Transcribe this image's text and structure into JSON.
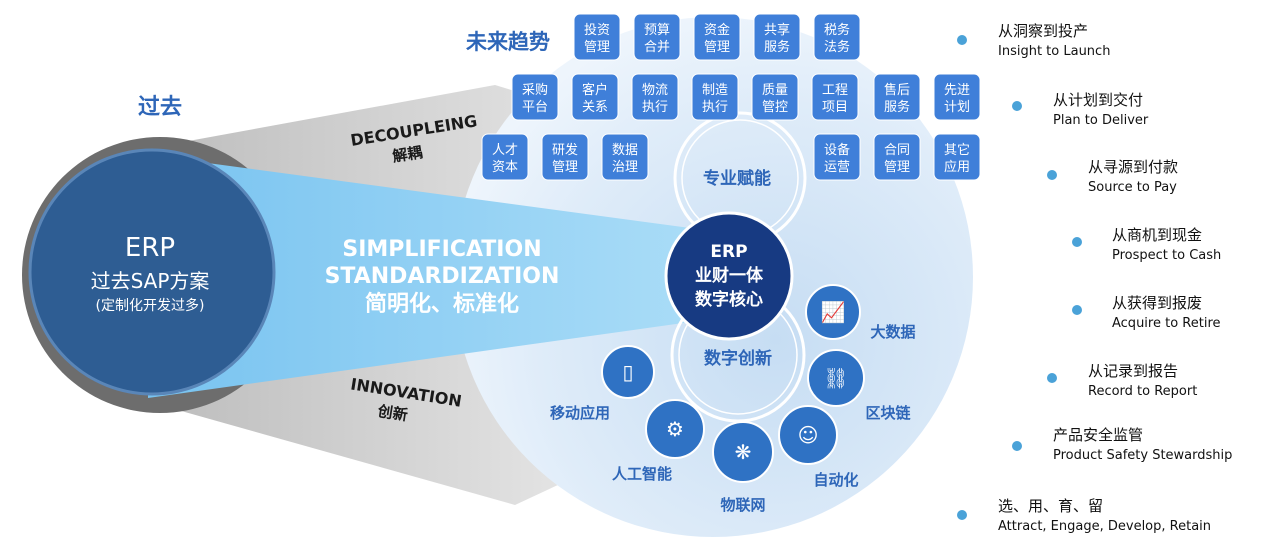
{
  "past": {
    "label": "过去",
    "erp_title": "ERP",
    "erp_subtitle": "过去SAP方案",
    "erp_note": "(定制化开发过多)"
  },
  "decoupling": {
    "en": "DECOUPLEING",
    "zh": "解耦"
  },
  "innovation": {
    "en": "INNOVATION",
    "zh": "创新"
  },
  "simplification": {
    "line1": "SIMPLIFICATION",
    "line2": "STANDARDIZATION",
    "line3": "简明化、标准化"
  },
  "future": {
    "label": "未来趋势"
  },
  "core": {
    "line1": "ERP",
    "line2": "业财一体",
    "line3": "数字核心"
  },
  "ring_labels": {
    "professional": "专业赋能",
    "digital": "数字创新"
  },
  "modules": [
    {
      "line1": "投资",
      "line2": "管理"
    },
    {
      "line1": "预算",
      "line2": "合并"
    },
    {
      "line1": "资金",
      "line2": "管理"
    },
    {
      "line1": "共享",
      "line2": "服务"
    },
    {
      "line1": "税务",
      "line2": "法务"
    },
    {
      "line1": "采购",
      "line2": "平台"
    },
    {
      "line1": "客户",
      "line2": "关系"
    },
    {
      "line1": "物流",
      "line2": "执行"
    },
    {
      "line1": "制造",
      "line2": "执行"
    },
    {
      "line1": "质量",
      "line2": "管控"
    },
    {
      "line1": "工程",
      "line2": "项目"
    },
    {
      "line1": "售后",
      "line2": "服务"
    },
    {
      "line1": "先进",
      "line2": "计划"
    },
    {
      "line1": "人才",
      "line2": "资本"
    },
    {
      "line1": "研发",
      "line2": "管理"
    },
    {
      "line1": "数据",
      "line2": "治理"
    },
    {
      "line1": "设备",
      "line2": "运营"
    },
    {
      "line1": "合同",
      "line2": "管理"
    },
    {
      "line1": "其它",
      "line2": "应用"
    }
  ],
  "tech": [
    {
      "label": "大数据",
      "icon": "monitor-chart-icon"
    },
    {
      "label": "区块链",
      "icon": "chain-link-icon"
    },
    {
      "label": "自动化",
      "icon": "robot-icon"
    },
    {
      "label": "物联网",
      "icon": "network-nodes-icon"
    },
    {
      "label": "人工智能",
      "icon": "gear-icon"
    },
    {
      "label": "移动应用",
      "icon": "mobile-phone-icon"
    }
  ],
  "processes": [
    {
      "zh": "从洞察到投产",
      "en": "Insight to Launch"
    },
    {
      "zh": "从计划到交付",
      "en": "Plan to Deliver"
    },
    {
      "zh": "从寻源到付款",
      "en": "Source to Pay"
    },
    {
      "zh": "从商机到现金",
      "en": "Prospect to Cash"
    },
    {
      "zh": "从获得到报废",
      "en": "Acquire to Retire"
    },
    {
      "zh": "从记录到报告",
      "en": "Record to Report"
    },
    {
      "zh": "产品安全监管",
      "en": "Product Safety Stewardship"
    },
    {
      "zh": "选、用、育、留",
      "en": "Attract, Engage, Develop, Retain"
    }
  ],
  "colors": {
    "accent": "#2e66b8",
    "tile": "#3f7fd9",
    "core": "#173a82",
    "past_circle": "#2e5d93",
    "beam": "#8fd0f5"
  }
}
